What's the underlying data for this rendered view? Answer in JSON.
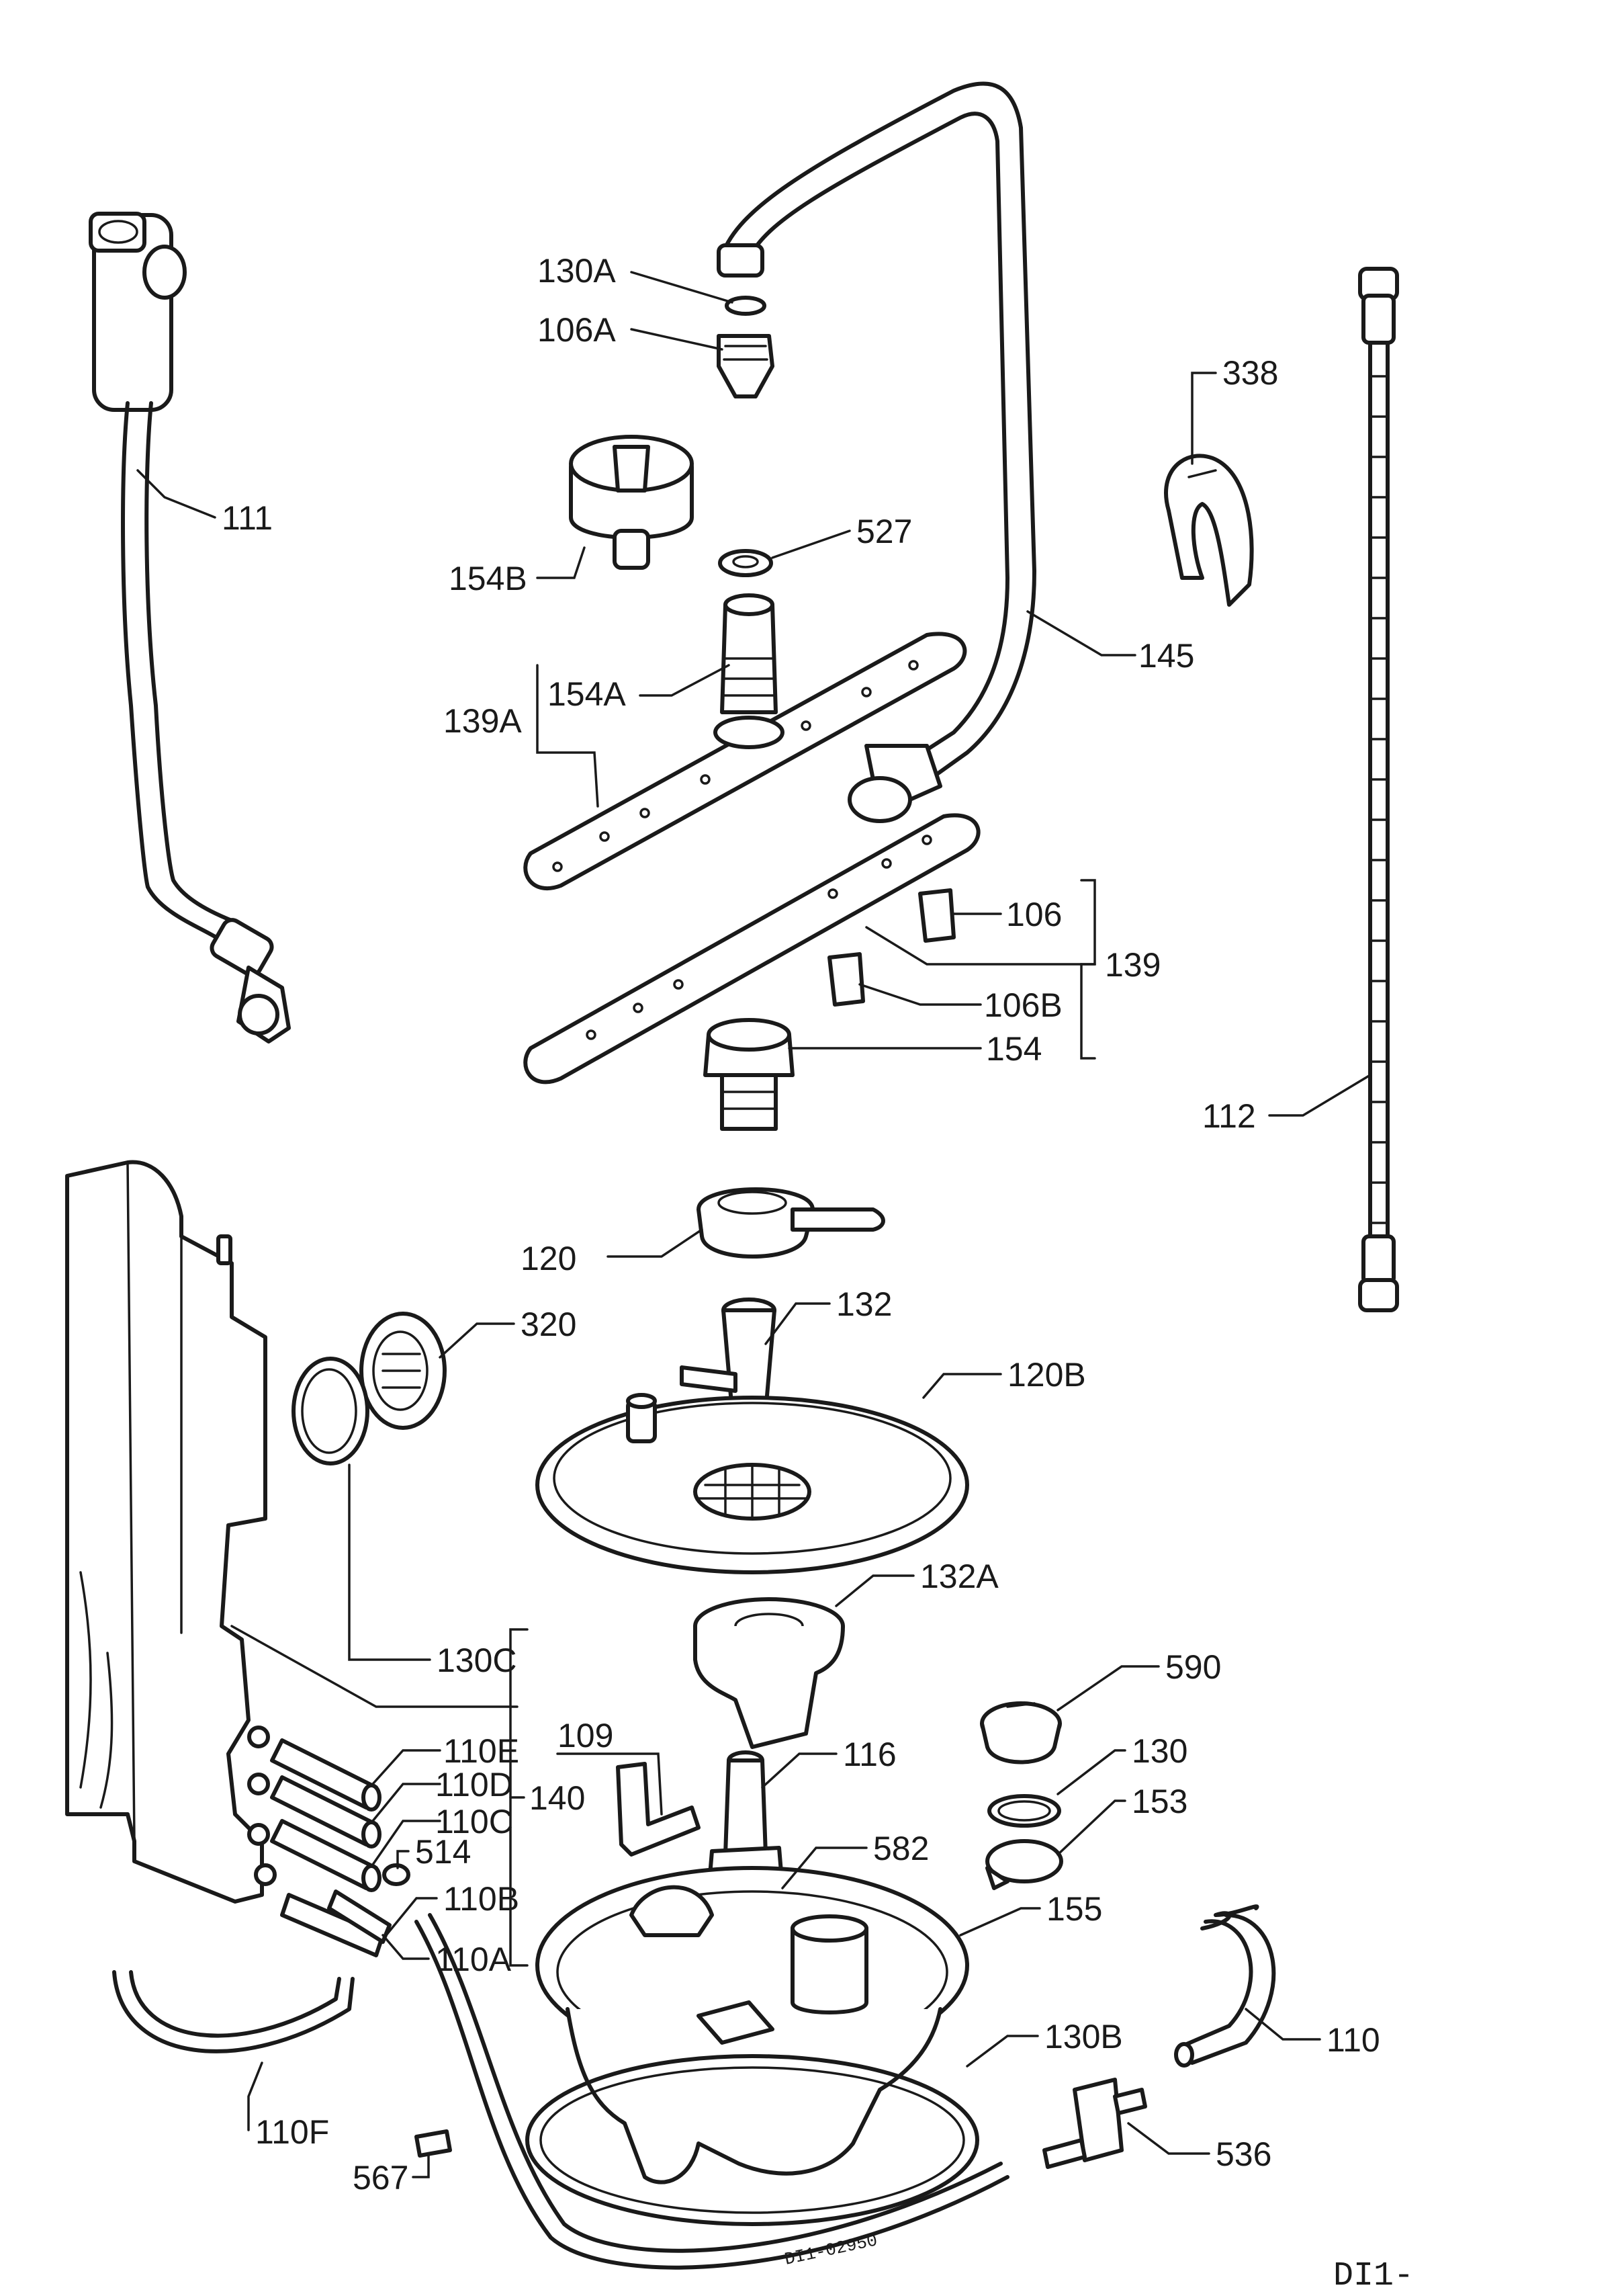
{
  "labels": {
    "p130A": "130A",
    "p106A": "106A",
    "p338": "338",
    "p111": "111",
    "p527": "527",
    "p154B": "154B",
    "p145": "145",
    "p154A": "154A",
    "p139A": "139A",
    "p106": "106",
    "p139": "139",
    "p106B": "106B",
    "p154": "154",
    "p112": "112",
    "p120": "120",
    "p132": "132",
    "p320": "320",
    "p120B": "120B",
    "p132A": "132A",
    "p590": "590",
    "p130C": "130C",
    "p130": "130",
    "p109": "109",
    "p116": "116",
    "p153": "153",
    "p110E": "110E",
    "p110D": "110D",
    "p110C": "110C",
    "p140": "140",
    "p514": "514",
    "p582": "582",
    "p110B": "110B",
    "p155": "155",
    "p110A": "110A",
    "p130B": "130B",
    "p110": "110",
    "p110F": "110F",
    "p536": "536",
    "p567": "567"
  },
  "drawing_code": "DI1-02950",
  "footer": "DI1-"
}
